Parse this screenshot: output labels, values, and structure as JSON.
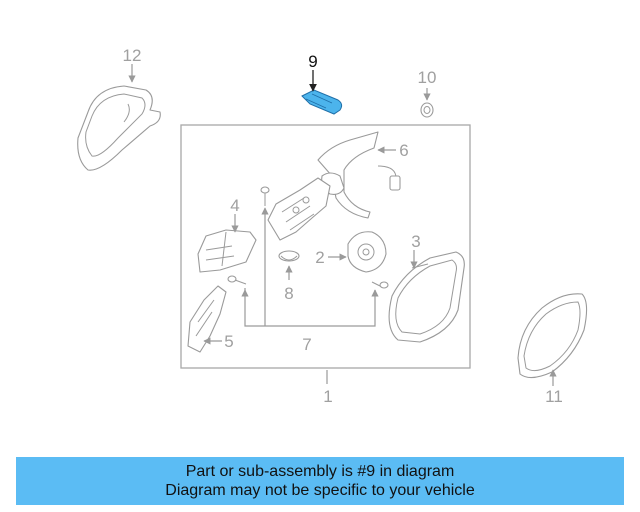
{
  "diagram": {
    "callouts": {
      "c1": "1",
      "c2": "2",
      "c3": "3",
      "c4": "4",
      "c5": "5",
      "c6": "6",
      "c7": "7",
      "c8": "8",
      "c9": "9",
      "c10": "10",
      "c11": "11",
      "c12": "12"
    },
    "highlighted_part": "9",
    "highlight_color": "#4cb4ec",
    "line_color": "#9a9a9a"
  },
  "banner": {
    "line1": "Part or sub-assembly is #9 in diagram",
    "line2": "Diagram may not be specific to your vehicle",
    "background": "#5bbcf4"
  }
}
